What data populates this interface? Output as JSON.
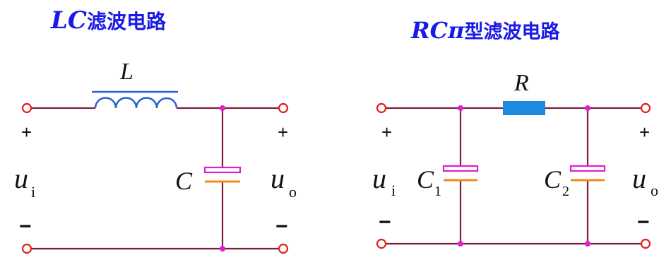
{
  "left_circuit": {
    "title_italic": "LC",
    "title_cn": "滤波电路",
    "inductor_label": "L",
    "capacitor_label": "C",
    "input_label": "u",
    "input_sub": "i",
    "output_label": "u",
    "output_sub": "o",
    "plus": "+",
    "minus": "−"
  },
  "right_circuit": {
    "title_italic": "RCπ",
    "title_cn": "型滤波电路",
    "resistor_label": "R",
    "capacitor1_label": "C",
    "capacitor1_sub": "1",
    "capacitor2_label": "C",
    "capacitor2_sub": "2",
    "input_label": "u",
    "input_sub": "i",
    "output_label": "u",
    "output_sub": "o",
    "plus": "+",
    "minus": "−"
  },
  "colors": {
    "wire": "#7a1f3d",
    "terminal": "#e0201a",
    "node": "#e020d0",
    "capacitor_top": "#e020d0",
    "capacitor_bottom": "#f08a1a",
    "inductor": "#2a60d0",
    "resistor": "#1e8ae0",
    "title": "#1a1ae6"
  }
}
